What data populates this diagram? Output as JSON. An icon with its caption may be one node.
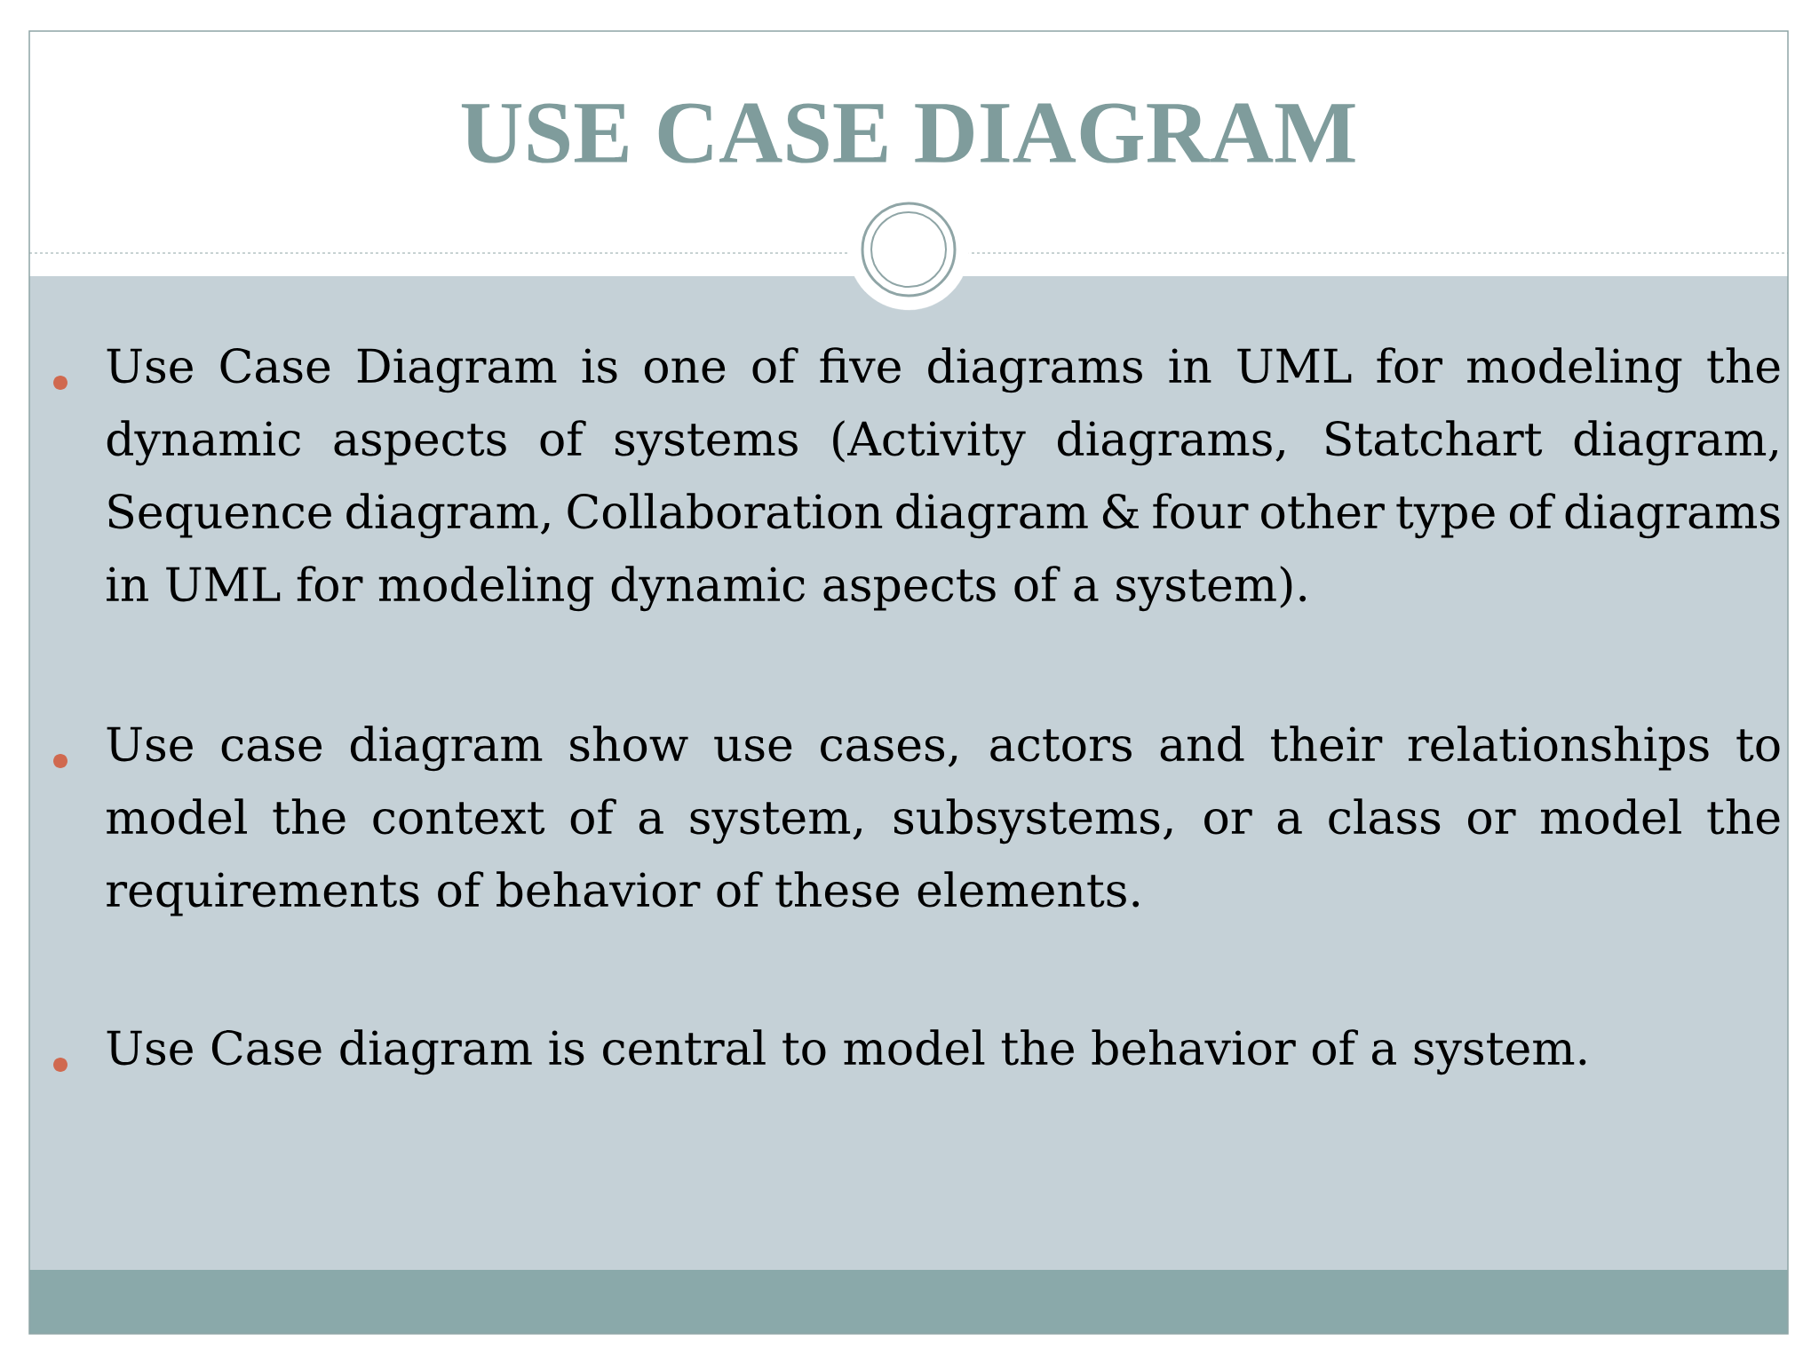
{
  "diagram": {
    "title": "USE CASE DIAGRAM",
    "labels": [
      "Use Case Diagram is one of five diagrams in UML for modeling the dynamic aspects of systems (Activity diagrams, Statchart diagram, Sequence diagram, Collaboration diagram & four other type of diagrams in UML for modeling dynamic aspects of a system).",
      "Use case diagram show use cases, actors and their relationships to model the context of a system, subsystems, or a class or model the requirements of behavior of these elements.",
      "Use Case diagram is central to model the behavior of a system."
    ]
  }
}
